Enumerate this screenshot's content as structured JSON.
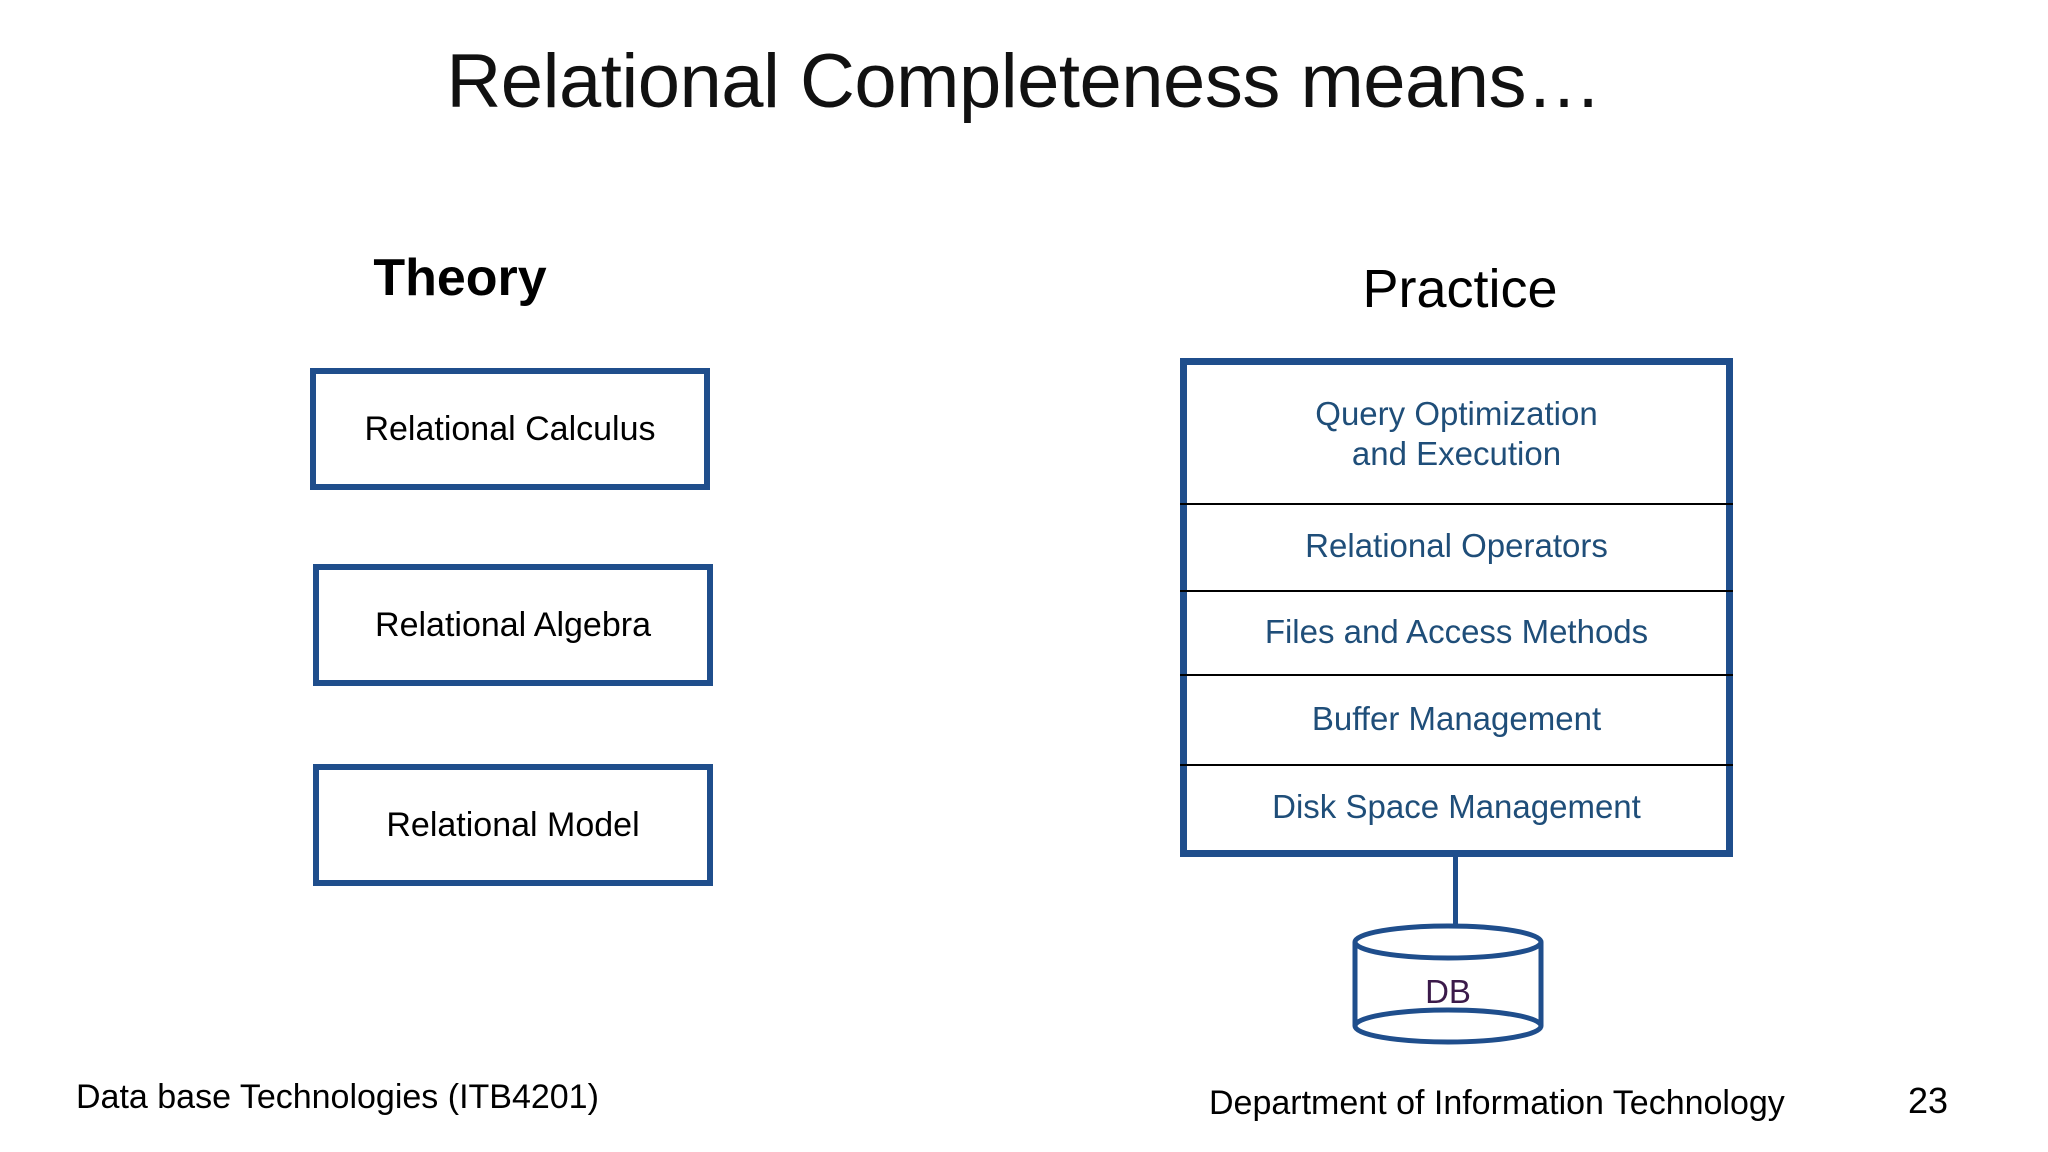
{
  "slide": {
    "title": "Relational Completeness means…",
    "page_number": "23",
    "background_color": "#FFFFFF",
    "accent_color": "#1F4E8C",
    "practice_text_color": "#1F4E79",
    "db_label_color": "#3B1A4A"
  },
  "theory": {
    "heading": "Theory",
    "boxes": [
      {
        "label": "Relational Calculus"
      },
      {
        "label": "Relational Algebra"
      },
      {
        "label": "Relational Model"
      }
    ]
  },
  "practice": {
    "heading": "Practice",
    "layers": [
      {
        "line1": "Query Optimization",
        "line2": "and Execution"
      },
      {
        "line1": "Relational Operators",
        "line2": ""
      },
      {
        "line1": "Files and Access Methods",
        "line2": ""
      },
      {
        "line1": "Buffer Management",
        "line2": ""
      },
      {
        "line1": "Disk Space Management",
        "line2": ""
      }
    ],
    "database": {
      "label": "DB"
    }
  },
  "footer": {
    "course": "Data base Technologies (ITB4201)",
    "department": "Department of Information Technology",
    "page_number": "23"
  }
}
